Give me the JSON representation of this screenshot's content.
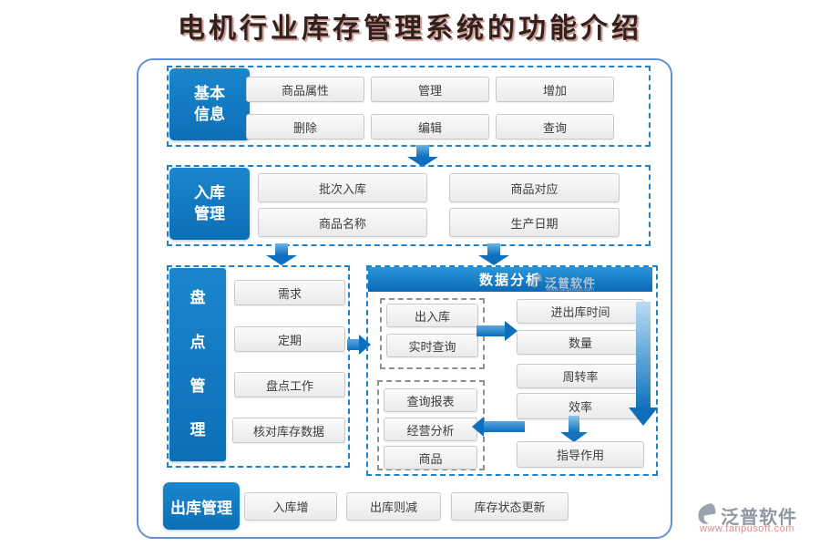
{
  "title": "电机行业库存管理系统的功能介绍",
  "sections": {
    "basic": {
      "label": "基本信息",
      "items": [
        "商品属性",
        "管理",
        "增加",
        "删除",
        "编辑",
        "查询"
      ]
    },
    "inbound": {
      "label": "入库管理",
      "items": [
        "批次入库",
        "商品对应",
        "商品名称",
        "生产日期"
      ]
    },
    "stocktake": {
      "label": "盘点管理",
      "items": [
        "需求",
        "定期",
        "盘点工作",
        "核对库存数据"
      ]
    },
    "analysis": {
      "header": "数据分析",
      "query_group": [
        "出入库",
        "实时查询"
      ],
      "report_group": [
        "查询报表",
        "经营分析",
        "商品"
      ],
      "metrics": [
        "进出库时间",
        "数量",
        "周转率",
        "效率"
      ],
      "outcome": "指导作用"
    },
    "outbound": {
      "label": "出库管理",
      "items": [
        "入库增",
        "出库则减",
        "库存状态更新"
      ]
    }
  },
  "branding": {
    "name": "泛普软件",
    "url": "www.fanpusoft.com",
    "header_watermark": "泛普软件"
  },
  "colors": {
    "primary_blue": "#0d6fbe",
    "dashed_border_blue": "#1e82cf",
    "group_border_gray": "#8f8f8f",
    "button_bg": "#f1f1f1",
    "title_color": "#33201d",
    "brand_gray": "#8f97a1",
    "brand_url_pink": "#e08a8a"
  }
}
